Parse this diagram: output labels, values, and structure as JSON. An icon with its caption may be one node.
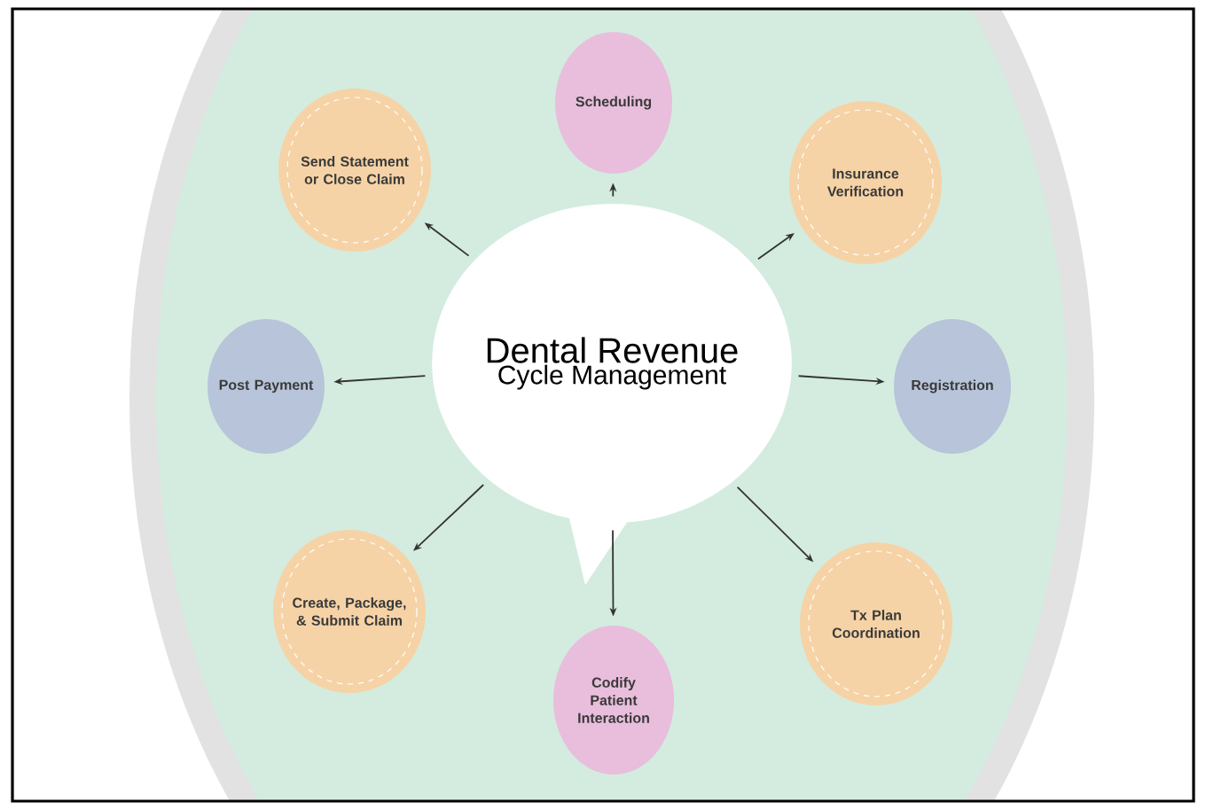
{
  "diagram": {
    "nodes": [
      {
        "text": [
          "Dental Revenue",
          "Cycle Management"
        ]
      },
      {
        "text": [
          "Scheduling"
        ]
      },
      {
        "text": [
          "Insurance Verification"
        ]
      },
      {
        "text": [
          "Registration"
        ]
      },
      {
        "text": [
          "Tx Plan Coordination"
        ]
      },
      {
        "text": [
          "Codify Patient Interaction"
        ]
      },
      {
        "text": [
          "Create, Package, & Submit Claim"
        ]
      },
      {
        "text": [
          "Post Payment"
        ]
      },
      {
        "text": [
          "Send Statement or Close Claim"
        ]
      }
    ],
    "edges": [
      {
        "from": 0,
        "to": 1,
        "arrow": "to"
      },
      {
        "from": 0,
        "to": 2,
        "arrow": "to"
      },
      {
        "from": 0,
        "to": 3,
        "arrow": "to"
      },
      {
        "from": 0,
        "to": 4,
        "arrow": "to"
      },
      {
        "from": 0,
        "to": 5,
        "arrow": "to"
      },
      {
        "from": 0,
        "to": 6,
        "arrow": "to"
      },
      {
        "from": 0,
        "to": 7,
        "arrow": "to"
      },
      {
        "from": 0,
        "to": 8,
        "arrow": "to"
      }
    ]
  }
}
